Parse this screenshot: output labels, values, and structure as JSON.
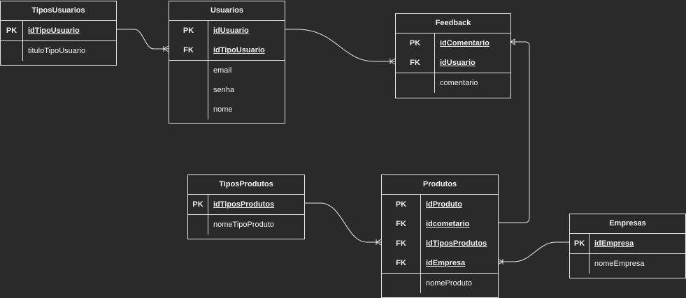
{
  "colors": {
    "background": "#2a2a2a",
    "border": "#e6e6e6",
    "text": "#f0f0f0"
  },
  "entities": {
    "tipos_usuarios": {
      "title": "TiposUsuarios",
      "pk_rows": [
        {
          "key": "PK",
          "field": "idTipoUsuario"
        }
      ],
      "attributes": [
        "tituloTipoUsuario"
      ]
    },
    "usuarios": {
      "title": "Usuarios",
      "pk_rows": [
        {
          "key": "PK",
          "field": "idUsuario"
        },
        {
          "key": "FK",
          "field": "idTipoUsuario"
        }
      ],
      "attributes": [
        "email",
        "senha",
        "nome"
      ]
    },
    "feedback": {
      "title": "Feedback",
      "pk_rows": [
        {
          "key": "PK",
          "field": "idComentario"
        },
        {
          "key": "FK",
          "field": "idUsuario"
        }
      ],
      "attributes": [
        "comentario"
      ]
    },
    "tipos_produtos": {
      "title": "TiposProdutos",
      "pk_rows": [
        {
          "key": "PK",
          "field": "idTiposProdutos"
        }
      ],
      "attributes": [
        "nomeTipoProduto"
      ]
    },
    "produtos": {
      "title": "Produtos",
      "pk_rows": [
        {
          "key": "PK",
          "field": "idProduto"
        },
        {
          "key": "FK",
          "field": "idcometario"
        },
        {
          "key": "FK",
          "field": "idTiposProdutos"
        },
        {
          "key": "FK",
          "field": "idEmpresa"
        }
      ],
      "attributes": [
        "nomeProduto"
      ]
    },
    "empresas": {
      "title": "Empresas",
      "pk_rows": [
        {
          "key": "PK",
          "field": "idEmpresa"
        }
      ],
      "attributes": [
        "nomeEmpresa"
      ]
    }
  }
}
